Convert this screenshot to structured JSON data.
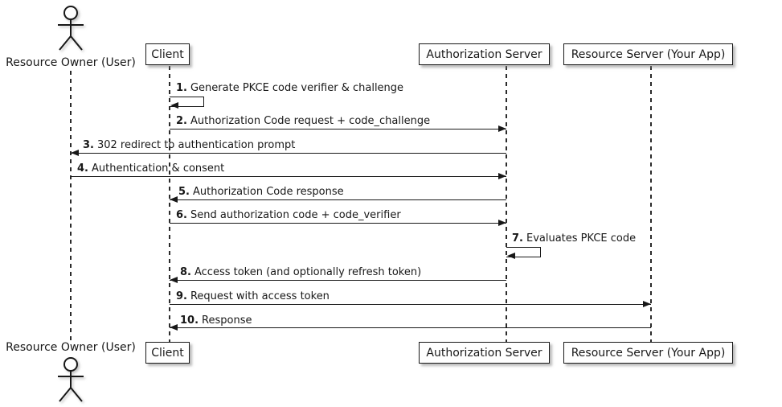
{
  "diagram": {
    "type": "sequence-diagram",
    "colors": {
      "line": "#181818",
      "text": "#181818",
      "box_fill": "#FEFEFE",
      "background": "#FFFFFF",
      "shadow": "#8F8F8F"
    },
    "participants": [
      {
        "name": "Resource Owner (User)",
        "type": "actor"
      },
      {
        "name": "Client",
        "type": "box"
      },
      {
        "name": "Authorization Server",
        "type": "box"
      },
      {
        "name": "Resource Server (Your App)",
        "type": "box"
      }
    ],
    "messages": [
      {
        "num": "1.",
        "text": "Generate PKCE code verifier & challenge",
        "from": "Client",
        "to": "Client",
        "kind": "self"
      },
      {
        "num": "2.",
        "text": "Authorization Code request + code_challenge",
        "from": "Client",
        "to": "Authorization Server",
        "kind": "arrow"
      },
      {
        "num": "3.",
        "text": "302 redirect to authentication prompt",
        "from": "Authorization Server",
        "to": "Resource Owner (User)",
        "kind": "arrow"
      },
      {
        "num": "4.",
        "text": "Authentication & consent",
        "from": "Resource Owner (User)",
        "to": "Authorization Server",
        "kind": "arrow"
      },
      {
        "num": "5.",
        "text": "Authorization Code response",
        "from": "Authorization Server",
        "to": "Client",
        "kind": "arrow"
      },
      {
        "num": "6.",
        "text": "Send authorization code + code_verifier",
        "from": "Client",
        "to": "Authorization Server",
        "kind": "arrow"
      },
      {
        "num": "7.",
        "text": "Evaluates PKCE code",
        "from": "Authorization Server",
        "to": "Authorization Server",
        "kind": "self"
      },
      {
        "num": "8.",
        "text": "Access token (and optionally refresh token)",
        "from": "Authorization Server",
        "to": "Client",
        "kind": "arrow"
      },
      {
        "num": "9.",
        "text": "Request with access token",
        "from": "Client",
        "to": "Resource Server (Your App)",
        "kind": "arrow"
      },
      {
        "num": "10.",
        "text": "Response",
        "from": "Resource Server (Your App)",
        "to": "Client",
        "kind": "arrow"
      }
    ]
  }
}
